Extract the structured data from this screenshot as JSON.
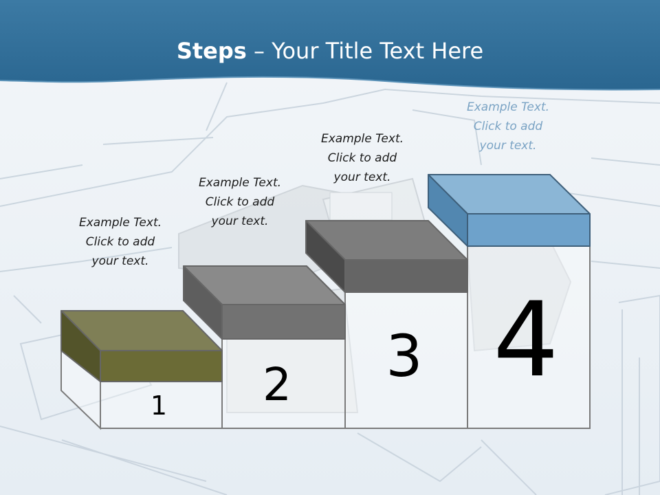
{
  "slide": {
    "title_bold": "Steps",
    "title_rest": " – Your Title Text Here"
  },
  "colors": {
    "header_blue": "#2f6a93",
    "step1_top": "#7f7f56",
    "step1_front": "#6b6b36",
    "step1_side": "#53542a",
    "step2_top": "#8a8a8a",
    "step2_front": "#727272",
    "step2_side": "#5e5e5e",
    "step3_top": "#7d7d7d",
    "step3_front": "#656565",
    "step3_side": "#4a4a4a",
    "step4_top": "#8bb6d6",
    "step4_front": "#6ea2cb",
    "step4_side": "#5287b0",
    "outline": "#666666"
  },
  "steps": [
    {
      "number": "1",
      "caption": [
        "Example Text.",
        "Click  to add",
        "your text."
      ]
    },
    {
      "number": "2",
      "caption": [
        "Example Text.",
        "Click  to add",
        "your text."
      ]
    },
    {
      "number": "3",
      "caption": [
        "Example Text.",
        "Click  to add",
        "your text."
      ]
    },
    {
      "number": "4",
      "caption": [
        "Example Text.",
        "Click  to add",
        "your text."
      ]
    }
  ]
}
